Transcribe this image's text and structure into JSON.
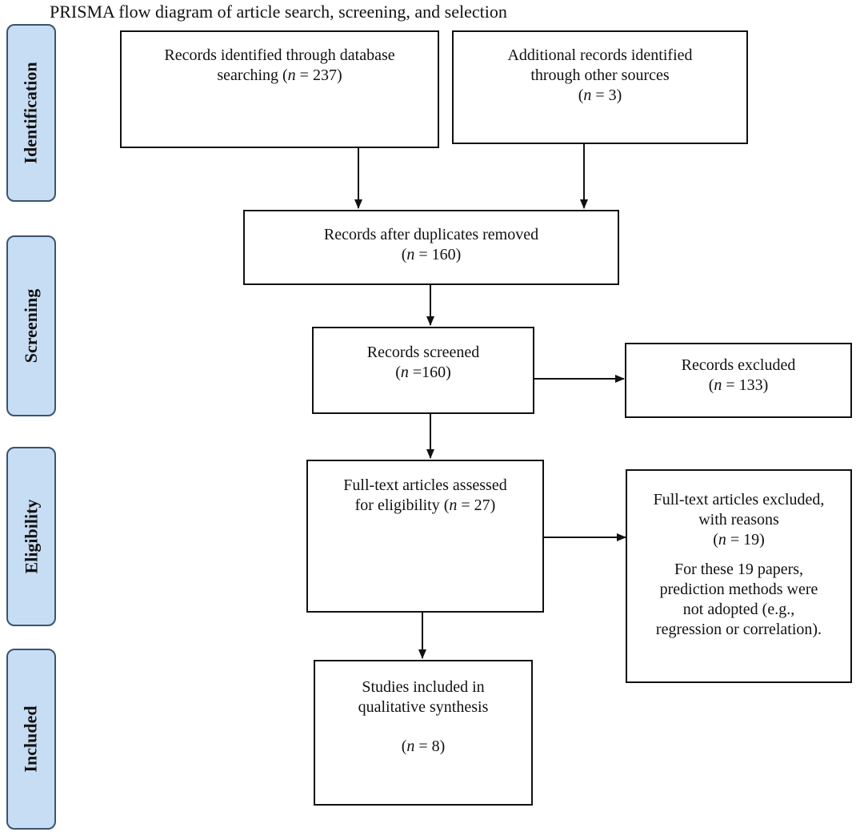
{
  "title": "PRISMA flow diagram of article search, screening, and selection",
  "stages": {
    "identification": "Identification",
    "screening": "Screening",
    "eligibility": "Eligibility",
    "included": "Included"
  },
  "boxes": {
    "database_records": {
      "line1": "Records identified through database",
      "line2_prefix": "searching (",
      "n_symbol": "n",
      "line2_count": " = 237)"
    },
    "other_sources": {
      "line1": "Additional records identified",
      "line2": "through other sources",
      "open": "(",
      "n_symbol": "n",
      "count": " = 3)"
    },
    "after_duplicates": {
      "line1": "Records after duplicates removed",
      "open": "(",
      "n_symbol": "n",
      "count": " = 160)"
    },
    "screened": {
      "line1": "Records screened",
      "open": "(",
      "n_symbol": "n",
      "count": " =160)"
    },
    "excluded": {
      "line1": "Records excluded",
      "open": "(",
      "n_symbol": "n",
      "count": " = 133)"
    },
    "full_text_assessed": {
      "line1": "Full-text articles assessed",
      "line2_prefix": "for eligibility (",
      "n_symbol": "n",
      "line2_count": " = 27)"
    },
    "full_text_excluded": {
      "line1": "Full-text articles excluded,",
      "line2": "with reasons",
      "open": "(",
      "n_symbol": "n",
      "count": " = 19)",
      "reason1": "For these 19 papers,",
      "reason2": "prediction methods were",
      "reason3": "not adopted (e.g.,",
      "reason4": "regression or correlation)."
    },
    "included": {
      "line1": "Studies included in",
      "line2": "qualitative synthesis",
      "open": "(",
      "n_symbol": "n",
      "count": " = 8)"
    }
  }
}
